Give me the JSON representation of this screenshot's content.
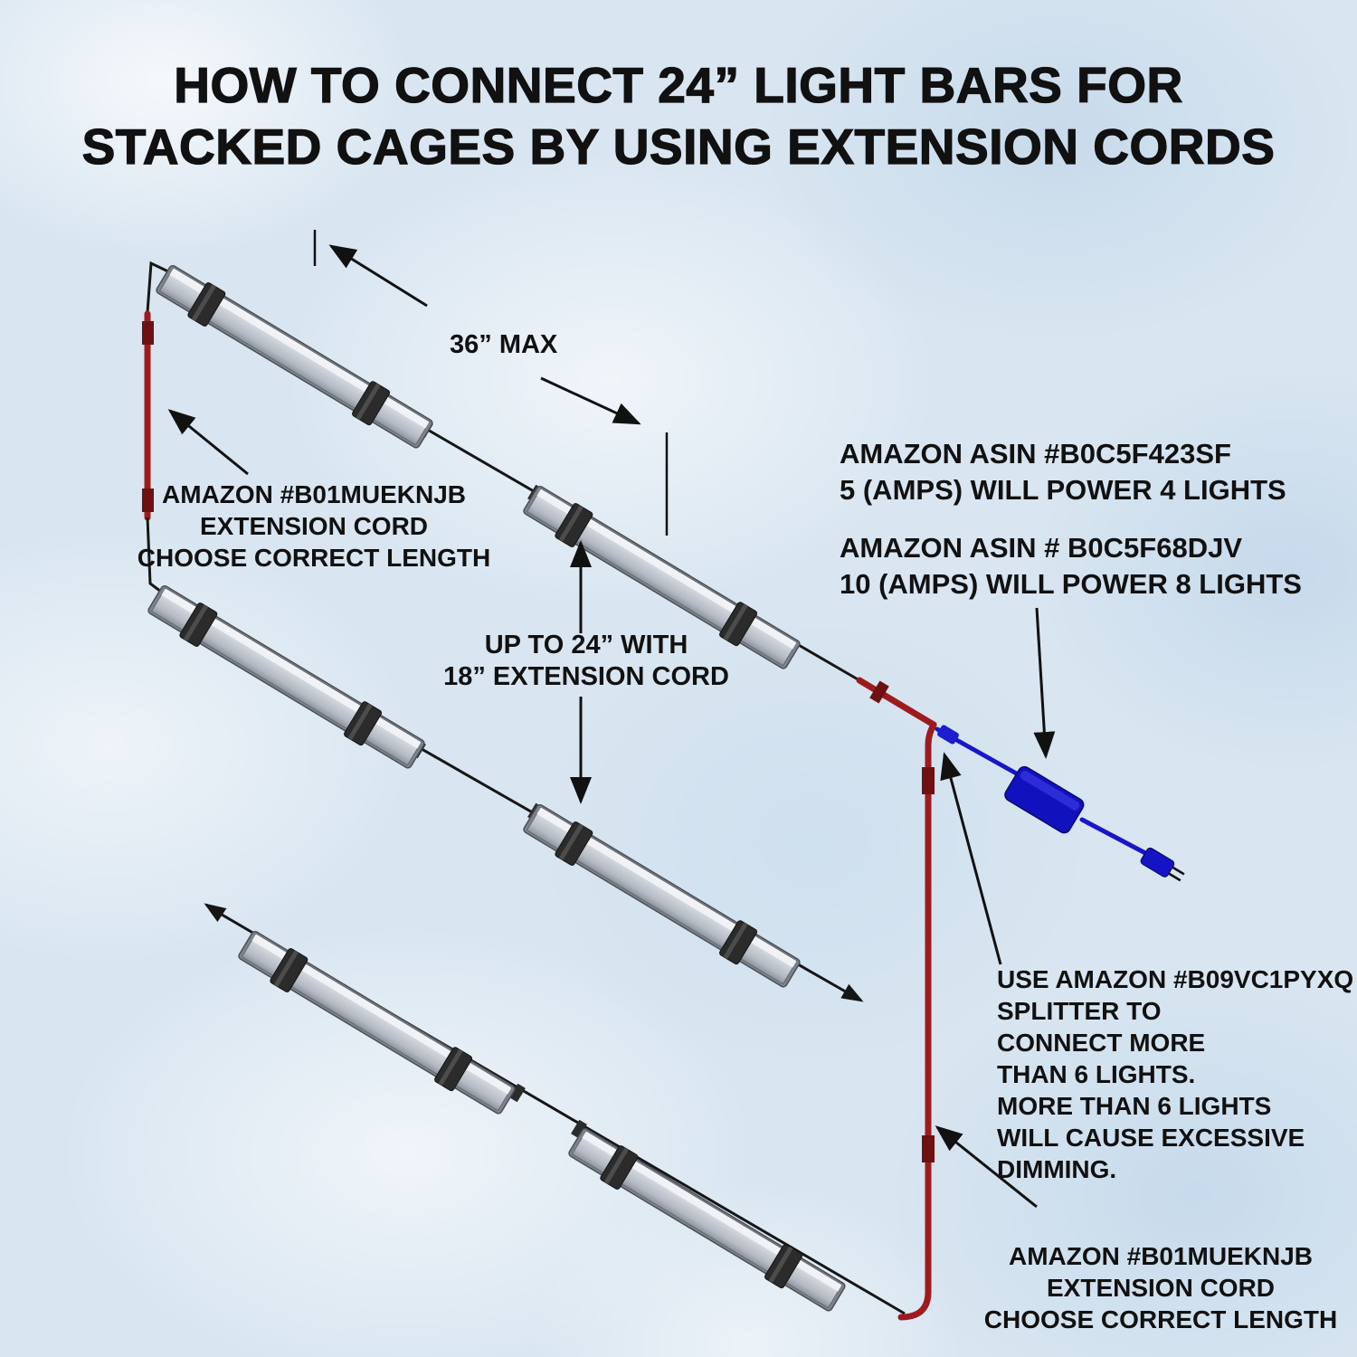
{
  "title": {
    "line1": "HOW TO CONNECT 24” LIGHT BARS FOR",
    "line2": "STACKED CAGES BY USING EXTENSION CORDS"
  },
  "annotations": {
    "dimension": {
      "label": "36” MAX"
    },
    "left_cord": {
      "line1": "AMAZON #B01MUEKNJB",
      "line2": "EXTENSION CORD",
      "line3": "CHOOSE CORRECT LENGTH"
    },
    "extension": {
      "line1": "UP TO 24” WITH",
      "line2": "18” EXTENSION CORD"
    },
    "power4": {
      "line1": "AMAZON ASIN #B0C5F423SF",
      "line2": "5 (AMPS) WILL POWER 4 LIGHTS"
    },
    "power8": {
      "line1": "AMAZON ASIN # B0C5F68DJV",
      "line2": "10 (AMPS) WILL POWER 8 LIGHTS"
    },
    "splitter": {
      "line1": "USE AMAZON #B09VC1PYXQ",
      "line2": " SPLITTER TO",
      "line3": "CONNECT MORE",
      "line4": "THAN 6 LIGHTS.",
      "line5": "MORE THAN 6 LIGHTS",
      "line6": "WILL CAUSE EXCESSIVE",
      "line7": "DIMMING.",
      "line8": ""
    },
    "right_cord": {
      "line1": "AMAZON #B01MUEKNJB",
      "line2": "EXTENSION CORD",
      "line3": "CHOOSE CORRECT LENGTH"
    }
  },
  "colors": {
    "background": "#d9e6f1",
    "text": "#111111",
    "extension_cord_red": "#9e1b1d",
    "power_cord_blue": "#1717c9",
    "light_bar_body": "#c9cdd4",
    "light_bar_clip": "#2b2b2b"
  }
}
